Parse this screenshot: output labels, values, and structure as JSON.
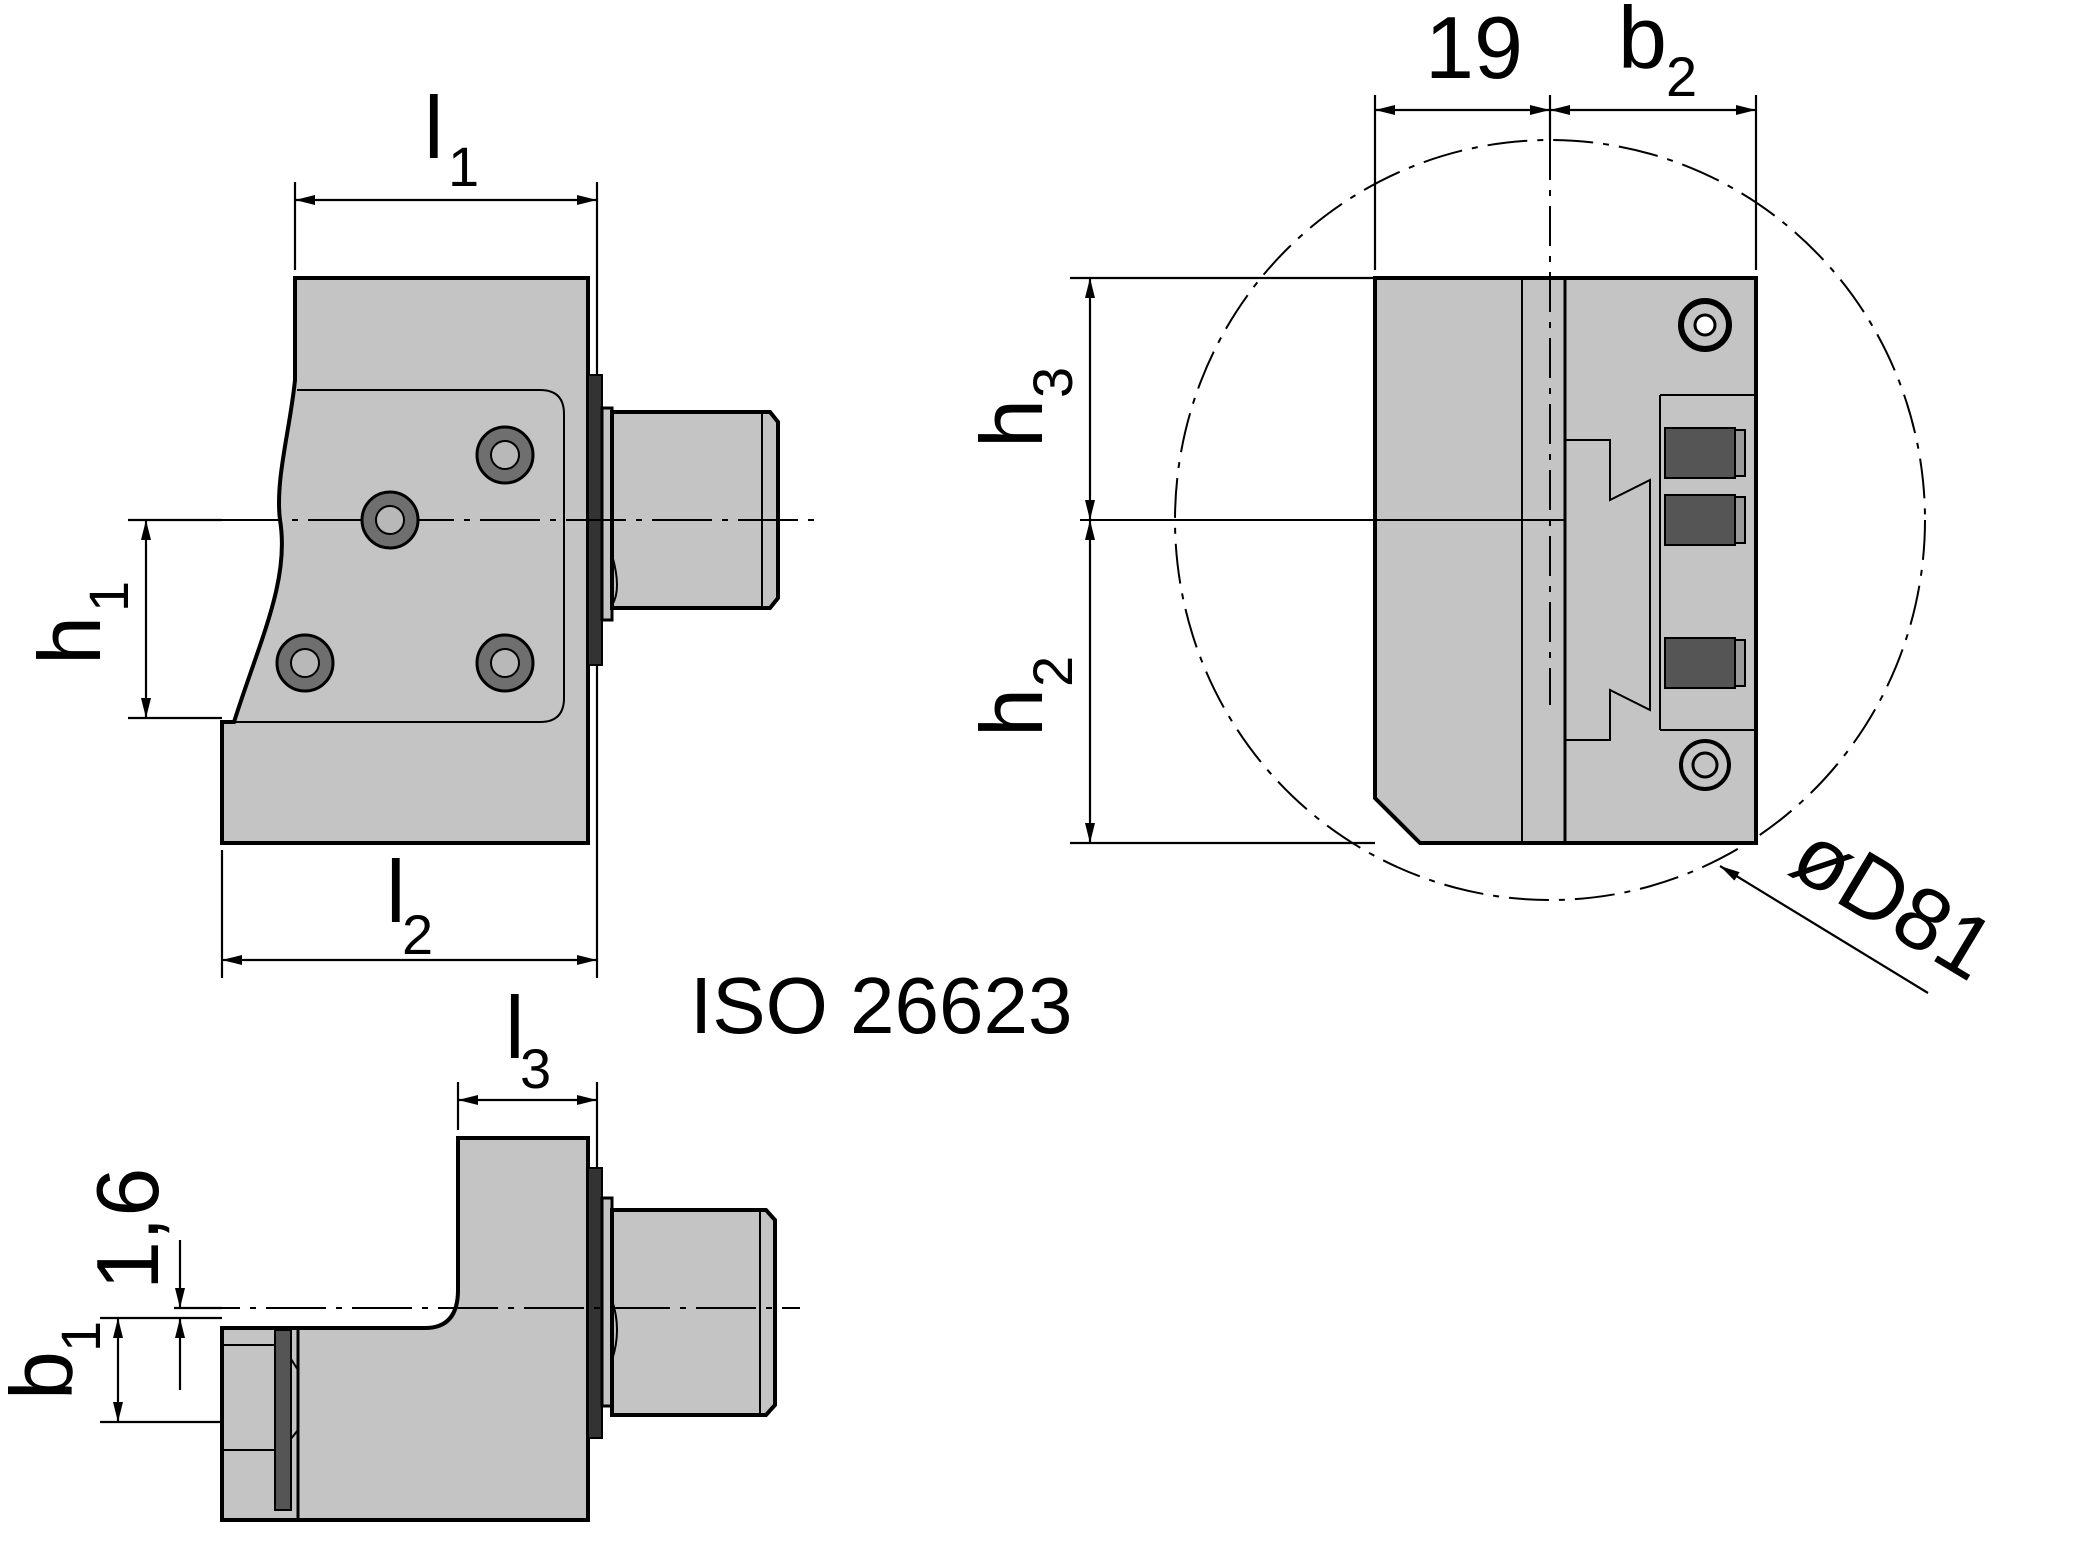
{
  "standard": "ISO 26623",
  "dimensions": {
    "l1": {
      "main": "l",
      "sub": "1"
    },
    "l2": {
      "main": "l",
      "sub": "2"
    },
    "l3": {
      "main": "l",
      "sub": "3"
    },
    "h1": {
      "main": "h",
      "sub": "1"
    },
    "h2": {
      "main": "h",
      "sub": "2"
    },
    "h3": {
      "main": "h",
      "sub": "3"
    },
    "b1": {
      "main": "b",
      "sub": "1"
    },
    "b2": {
      "main": "b",
      "sub": "2"
    },
    "width_19": "19",
    "offset_1_6": "1,6",
    "diameter": "øD81"
  }
}
